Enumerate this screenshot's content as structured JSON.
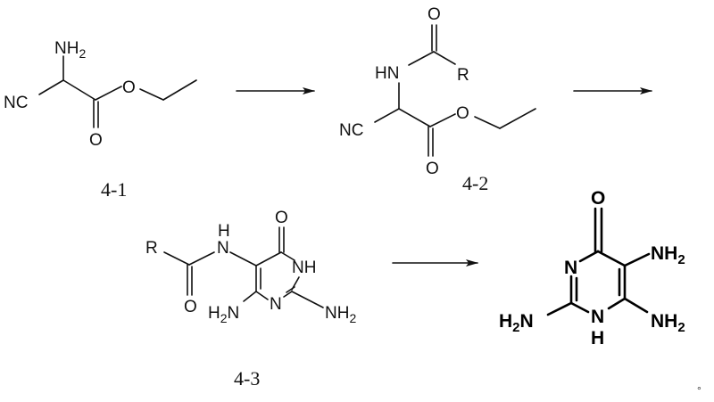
{
  "compounds": {
    "c41": {
      "label": "4-1",
      "amine": {
        "main": "NH",
        "sub": "2"
      },
      "nitrile": "NC",
      "ester_o": "O",
      "carbonyl_o": "O"
    },
    "c42": {
      "label": "4-2",
      "amide_o": "O",
      "r_group": "R",
      "amide_n": "HN",
      "nitrile": "NC",
      "ester_o": "O",
      "carbonyl_o": "O"
    },
    "c43": {
      "label": "4-3",
      "r_group": "R",
      "amide_o": "O",
      "amide_h": "H",
      "amide_n": "N",
      "ring_o": "O",
      "ring_nh": "NH",
      "ring_n": "N",
      "amine_left": {
        "pre": "H",
        "sub": "2",
        "post": "N"
      },
      "amine_right": {
        "main": "NH",
        "sub": "2"
      }
    },
    "product": {
      "ring_o": "O",
      "ring_n3": "N",
      "ring_n1": "N",
      "ring_h": "H",
      "amine_5": {
        "main": "NH",
        "sub": "2"
      },
      "amine_6": {
        "main": "NH",
        "sub": "2"
      },
      "amine_2": {
        "pre": "H",
        "sub": "2",
        "post": "N"
      }
    }
  },
  "arrows": [
    "reaction-arrow-1",
    "reaction-arrow-2",
    "reaction-arrow-3"
  ],
  "end_mark": "°"
}
